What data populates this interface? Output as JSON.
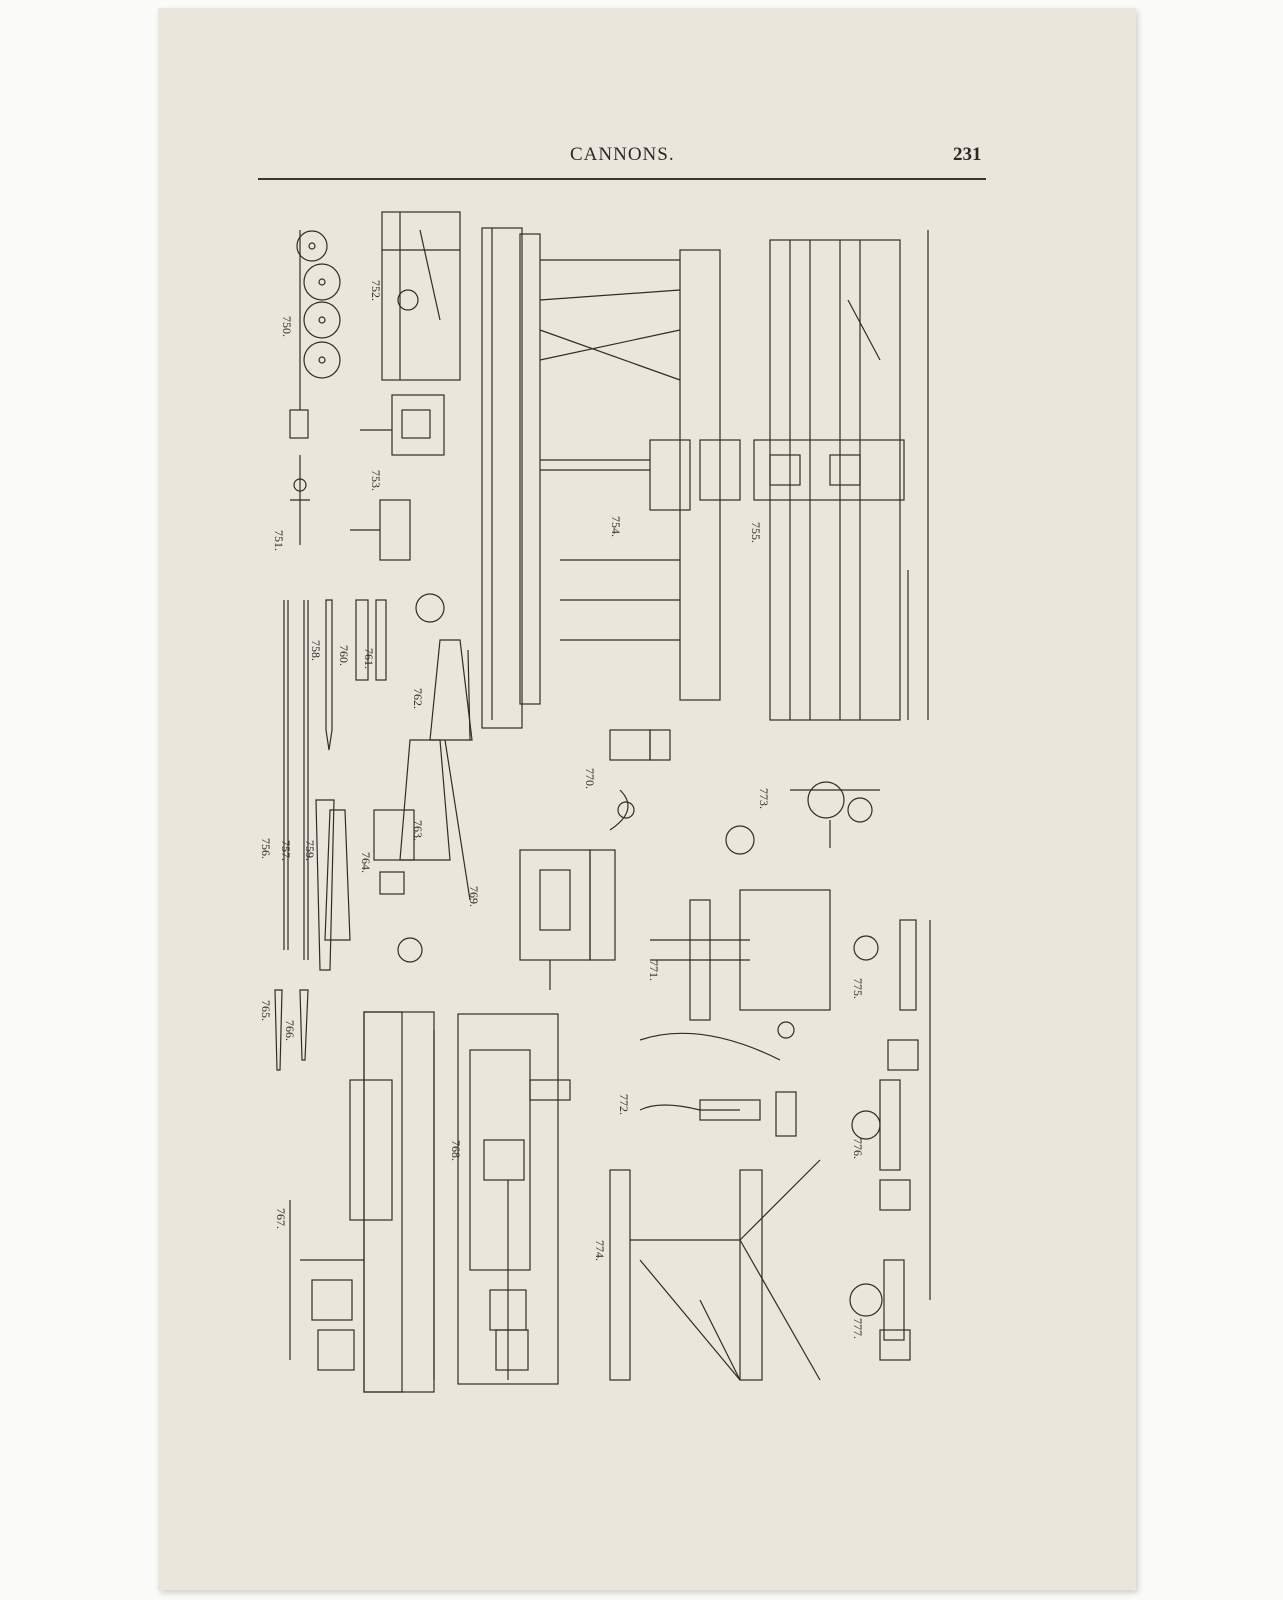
{
  "header": {
    "title": "CANNONS.",
    "page_number": "231"
  },
  "figures": [
    {
      "key": "f750",
      "number": "750."
    },
    {
      "key": "f751",
      "number": "751."
    },
    {
      "key": "f752",
      "number": "752."
    },
    {
      "key": "f753",
      "number": "753."
    },
    {
      "key": "f754",
      "number": "754."
    },
    {
      "key": "f755",
      "number": "755."
    },
    {
      "key": "f756",
      "number": "756."
    },
    {
      "key": "f757",
      "number": "757."
    },
    {
      "key": "f758",
      "number": "758."
    },
    {
      "key": "f759",
      "number": "759."
    },
    {
      "key": "f760",
      "number": "760."
    },
    {
      "key": "f761",
      "number": "761."
    },
    {
      "key": "f762",
      "number": "762."
    },
    {
      "key": "f763",
      "number": "763."
    },
    {
      "key": "f764",
      "number": "764."
    },
    {
      "key": "f765",
      "number": "765."
    },
    {
      "key": "f766",
      "number": "766."
    },
    {
      "key": "f767",
      "number": "767."
    },
    {
      "key": "f768",
      "number": "768."
    },
    {
      "key": "f769",
      "number": "769."
    },
    {
      "key": "f770",
      "number": "770."
    },
    {
      "key": "f771",
      "number": "771."
    },
    {
      "key": "f772",
      "number": "772."
    },
    {
      "key": "f773",
      "number": "773."
    },
    {
      "key": "f774",
      "number": "774."
    },
    {
      "key": "f775",
      "number": "775."
    },
    {
      "key": "f776",
      "number": "776."
    },
    {
      "key": "f777",
      "number": "777."
    }
  ]
}
